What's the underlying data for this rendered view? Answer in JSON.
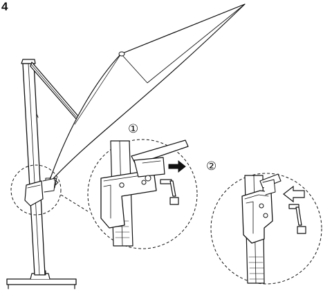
{
  "diagram": {
    "step_number": "4",
    "callout_1": "①",
    "callout_2": "②"
  },
  "colors": {
    "line": "#111111",
    "arrow_filled": "#111111",
    "arrow_outline": "#ffffff"
  },
  "icons": [
    "arrow-right-icon",
    "arrow-left-icon",
    "crank-handle-icon"
  ]
}
